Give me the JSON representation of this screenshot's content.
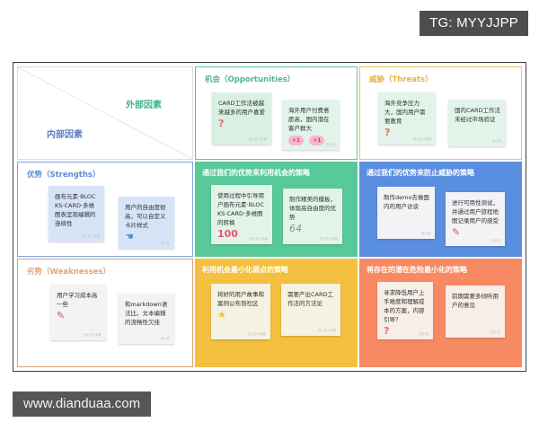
{
  "badge": {
    "text": "TG: MYYJJPP"
  },
  "watermark": {
    "text": "www.dianduaa.com"
  },
  "corner": {
    "external_label": "外部因素",
    "internal_label": "内部因素"
  },
  "quadrants": {
    "opportunities": {
      "title": "机会（Opportunities）",
      "accent": "#5fc79b",
      "notes": [
        {
          "text": "CARD工作法被越来越多的用户喜爱",
          "emoji": "?",
          "emoji_kind": "question",
          "sig": "白小白 2天前"
        },
        {
          "text": "海外用户付费意愿高，国内潜在客户群大",
          "badges": [
            "+1",
            "+1"
          ],
          "sig": "白小白"
        }
      ]
    },
    "threats": {
      "title": "威胁（Threats）",
      "accent": "#f0c350",
      "notes": [
        {
          "text": "海外竞争压力大，国内用户需要教育",
          "emoji": "?",
          "emoji_kind": "question",
          "sig": "白小白 2天前"
        },
        {
          "text": "国内CARD工作法未经过市场验证",
          "sig": "白小白"
        }
      ]
    },
    "strengths": {
      "title": "优势（Strengths）",
      "accent": "#7ba7dd",
      "notes": [
        {
          "text": "画布元素·BLOCKS·CARD·多维图表呈现编辑的连续性",
          "sig": "白小白 2天前"
        },
        {
          "text": "用户的自由度很高，可以自定义卡片样式",
          "emoji": "手",
          "emoji_kind": "hand",
          "sig": "白小白"
        }
      ]
    },
    "weaknesses": {
      "title": "劣势（Weaknesses）",
      "accent": "#e0a071",
      "notes": [
        {
          "text": "用户学习成本高一些",
          "emoji": "笔",
          "emoji_kind": "pen",
          "sig": "白小白 2天前"
        },
        {
          "text": "和markdown语法比，文本编辑的流畅性欠佳",
          "sig": "白小白"
        }
      ]
    }
  },
  "strategies": {
    "so": {
      "title": "通过我们的优势来利用机会的策略",
      "fill": "#58c999",
      "notes": [
        {
          "text": "使用过程中引导用户画布元素·BLOCKS·CARD·多维图的转换",
          "emoji": "100",
          "emoji_kind": "hundred",
          "sig": "白小白 2天前"
        },
        {
          "text": "制作精美的模板，体现高自由度的优势",
          "emoji": "64",
          "emoji_kind": "number",
          "sig": "白小白 2天前"
        }
      ]
    },
    "st": {
      "title": "通过我们的优势来防止威胁的策略",
      "fill": "#5a8fe0",
      "notes": [
        {
          "text": "制作demo去做国内的用户访谈",
          "sig": "白小白"
        },
        {
          "text": "进行可用性测试，并通过用户旅程地图记录用户的感受",
          "emoji": "笔",
          "emoji_kind": "pen",
          "sig": "白小白"
        }
      ]
    },
    "wo": {
      "title": "利用机会最小化弱点的策略",
      "fill": "#f3c040",
      "notes": [
        {
          "text": "将好的用户故事和案例公布到社区",
          "emoji": "★",
          "emoji_kind": "star",
          "sig": "白小白 2天前"
        },
        {
          "text": "需要产出CARD工作法的方法论",
          "sig": "白小白 2天前"
        }
      ]
    },
    "wt": {
      "title": "将存在的潜在危险最小化的策略",
      "fill": "#f88a63",
      "notes": [
        {
          "text": "寻求降低用户上手难度和理解成本的方案，内容引导？",
          "emoji": "?",
          "emoji_kind": "question",
          "sig": "白小白"
        },
        {
          "text": "前期需要多倾听用户的意见",
          "sig": "白小白"
        }
      ]
    }
  }
}
